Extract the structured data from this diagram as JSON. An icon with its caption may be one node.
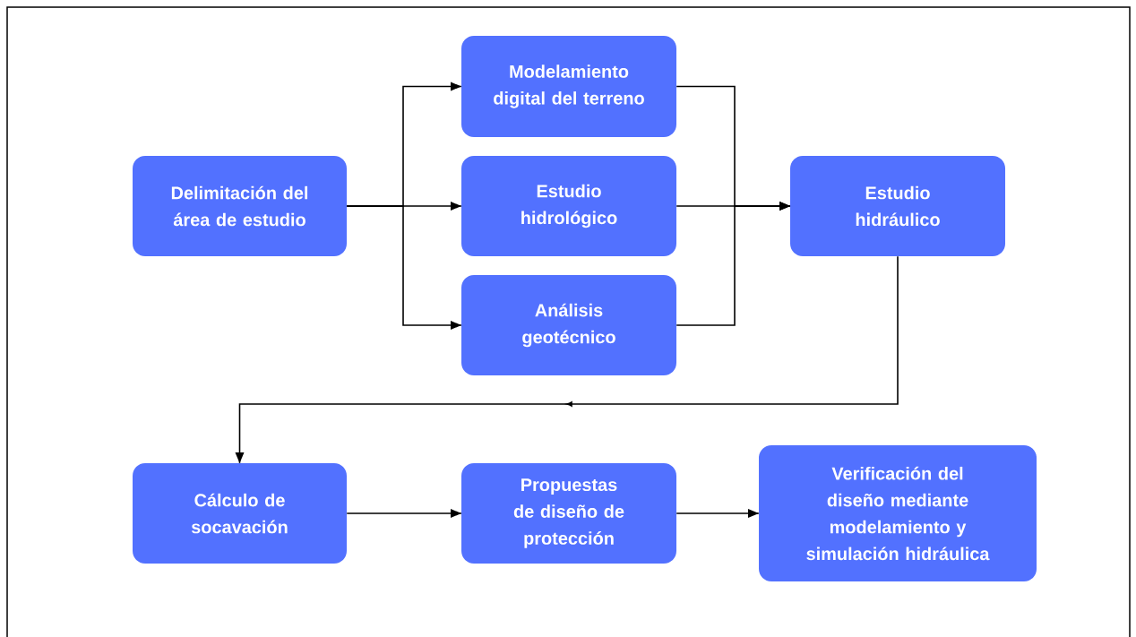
{
  "diagram": {
    "nodes": [
      {
        "text": [
          "Delimitación del área de estudio"
        ]
      },
      {
        "text": [
          "Modelamiento digital del terreno"
        ]
      },
      {
        "text": [
          "Estudio hidrológico"
        ]
      },
      {
        "text": [
          "Análisis geotécnico"
        ]
      },
      {
        "text": [
          "Estudio hidráulico"
        ]
      },
      {
        "text": [
          "Cálculo de socavación"
        ]
      },
      {
        "text": [
          "Propuestas de diseño de protección"
        ]
      },
      {
        "text": [
          "Verificación del diseño mediante modelamiento y simulación hidráulica"
        ]
      }
    ],
    "edges": [
      {
        "from": 0,
        "to": 1,
        "arrow": "to"
      },
      {
        "from": 0,
        "to": 2,
        "arrow": "to"
      },
      {
        "from": 0,
        "to": 3,
        "arrow": "to"
      },
      {
        "from": 1,
        "to": 4,
        "arrow": "to"
      },
      {
        "from": 2,
        "to": 4,
        "arrow": "to"
      },
      {
        "from": 3,
        "to": 4,
        "arrow": "to"
      },
      {
        "from": 4,
        "to": 5,
        "arrow": "to"
      },
      {
        "from": 5,
        "to": 6,
        "arrow": "to"
      },
      {
        "from": 6,
        "to": 7,
        "arrow": "to"
      }
    ]
  }
}
